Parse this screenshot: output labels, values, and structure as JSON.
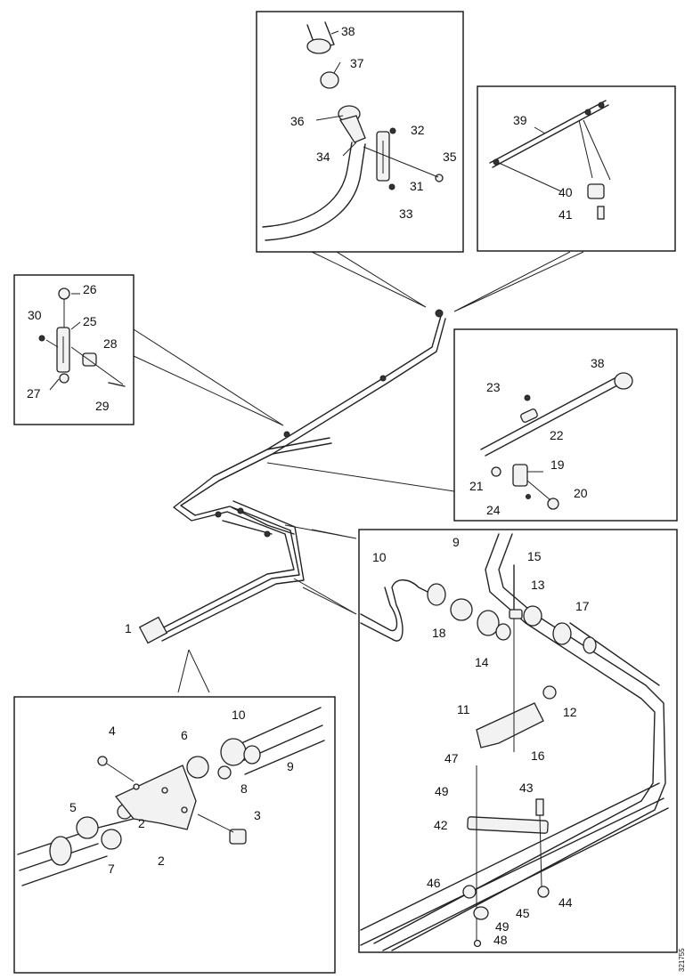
{
  "image_ref": "321755",
  "callouts": {
    "c1": "1",
    "c2a": "2",
    "c2b": "2",
    "c3": "3",
    "c4": "4",
    "c5": "5",
    "c6": "6",
    "c7": "7",
    "c8": "8",
    "c9a": "9",
    "c9b": "9",
    "c10a": "10",
    "c10b": "10",
    "c11": "11",
    "c12": "12",
    "c13": "13",
    "c14": "14",
    "c15": "15",
    "c16": "16",
    "c17": "17",
    "c18": "18",
    "c19": "19",
    "c20": "20",
    "c21": "21",
    "c22": "22",
    "c23": "23",
    "c24": "24",
    "c25": "25",
    "c26": "26",
    "c27": "27",
    "c28": "28",
    "c29": "29",
    "c30": "30",
    "c31": "31",
    "c32": "32",
    "c33": "33",
    "c34": "34",
    "c35": "35",
    "c36": "36",
    "c37": "37",
    "c38a": "38",
    "c38b": "38",
    "c39": "39",
    "c40": "40",
    "c41": "41",
    "c42": "42",
    "c43": "43",
    "c44": "44",
    "c45": "45",
    "c46": "46",
    "c47": "47",
    "c48": "48",
    "c49a": "49",
    "c49b": "49"
  }
}
